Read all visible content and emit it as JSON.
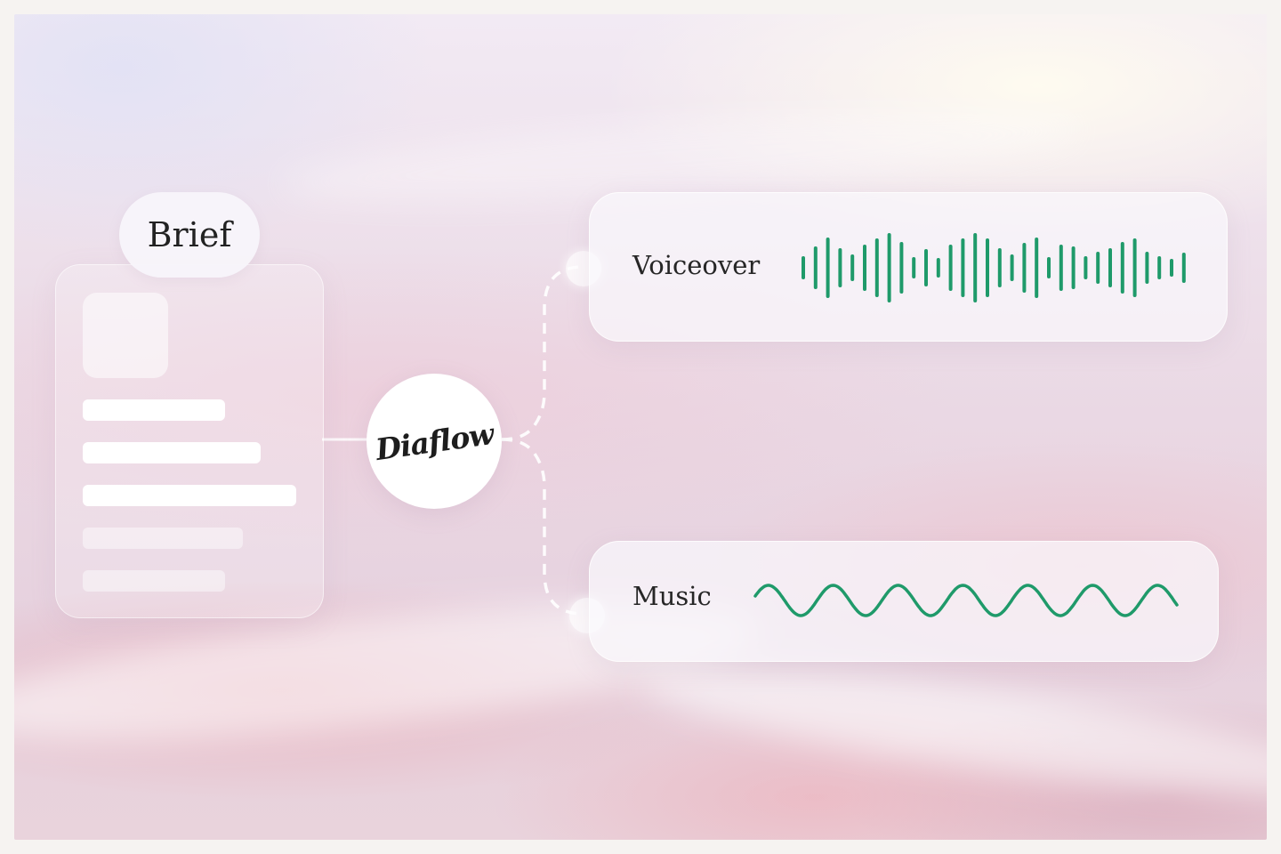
{
  "brief": {
    "label": "Brief"
  },
  "hub": {
    "logo_text": "Diaflow"
  },
  "outputs": [
    {
      "label": "Voiceover",
      "visual": "audio-waveform-bars"
    },
    {
      "label": "Music",
      "visual": "sine-wave"
    }
  ],
  "colors": {
    "wave": "#1f9a6a",
    "connector": "#ffffff",
    "card": "#ffffff"
  }
}
